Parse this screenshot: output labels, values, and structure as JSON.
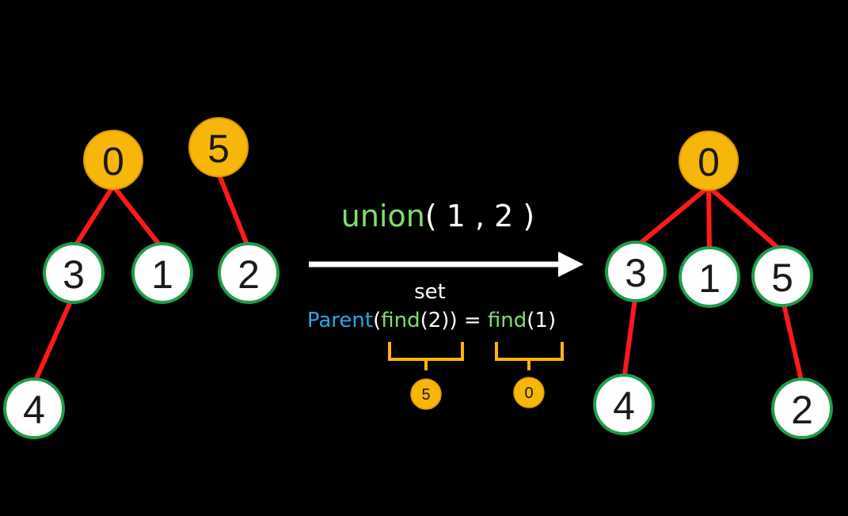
{
  "colors": {
    "background": "#000000",
    "edge": "#ff1a1a",
    "root_fill": "#f6b60a",
    "root_stroke": "#d99a00",
    "node_fill": "#ffffff",
    "node_stroke": "#1e9e4a",
    "text_dark": "#1a1a1a",
    "green_text": "#7ee06a",
    "blue_text": "#2aa5e8",
    "white_text": "#ffffff",
    "brace": "#f6b60a"
  },
  "before": {
    "nodes": [
      {
        "id": "b0",
        "label": "0",
        "root": true
      },
      {
        "id": "b5",
        "label": "5",
        "root": true
      },
      {
        "id": "b3",
        "label": "3",
        "root": false
      },
      {
        "id": "b1",
        "label": "1",
        "root": false
      },
      {
        "id": "b2",
        "label": "2",
        "root": false
      },
      {
        "id": "b4",
        "label": "4",
        "root": false
      }
    ],
    "edges": [
      [
        "b0",
        "b3"
      ],
      [
        "b0",
        "b1"
      ],
      [
        "b5",
        "b2"
      ],
      [
        "b3",
        "b4"
      ]
    ]
  },
  "after": {
    "nodes": [
      {
        "id": "a0",
        "label": "0",
        "root": true
      },
      {
        "id": "a3",
        "label": "3",
        "root": false
      },
      {
        "id": "a1",
        "label": "1",
        "root": false
      },
      {
        "id": "a5",
        "label": "5",
        "root": false
      },
      {
        "id": "a4",
        "label": "4",
        "root": false
      },
      {
        "id": "a2",
        "label": "2",
        "root": false
      }
    ],
    "edges": [
      [
        "a0",
        "a3"
      ],
      [
        "a0",
        "a1"
      ],
      [
        "a0",
        "a5"
      ],
      [
        "a3",
        "a4"
      ],
      [
        "a5",
        "a2"
      ]
    ]
  },
  "operation": {
    "fn": "union",
    "args": "( 1 , 2 )",
    "set_word": "set",
    "parent_word": "Parent",
    "find_word": "find",
    "paren_open": "(",
    "paren_close": ")",
    "find_arg_left": "(2))",
    "equals": " = ",
    "find_arg_right": "(1)",
    "result_left": "5",
    "result_right": "0"
  }
}
